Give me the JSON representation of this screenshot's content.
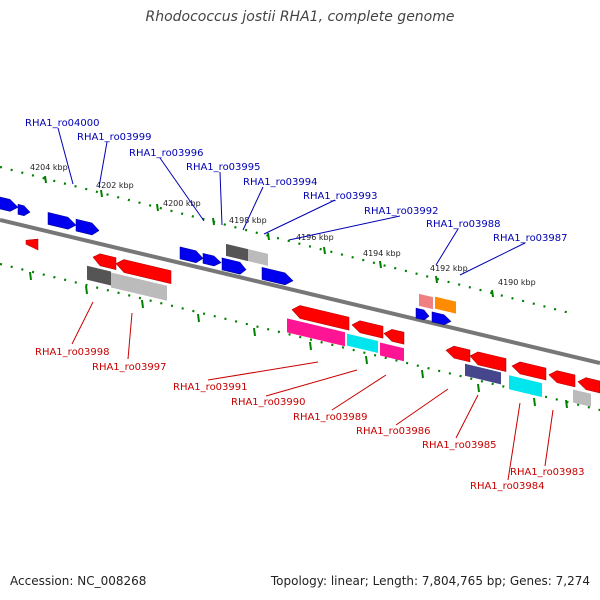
{
  "title": "Rhodococcus jostii RHA1, complete genome",
  "footer": {
    "accession": "Accession: NC_008268",
    "summary": "Topology: linear; Length: 7,804,765 bp; Genes: 7,274"
  },
  "ruler_labels": [
    "4204 kbp",
    "4202 kbp",
    "4200 kbp",
    "4198 kbp",
    "4196 kbp",
    "4194 kbp",
    "4192 kbp",
    "4190 kbp"
  ],
  "top_genes": [
    "RHA1_ro04000",
    "RHA1_ro03999",
    "RHA1_ro03996",
    "RHA1_ro03995",
    "RHA1_ro03994",
    "RHA1_ro03993",
    "RHA1_ro03992",
    "RHA1_ro03988",
    "RHA1_ro03987"
  ],
  "bottom_genes": [
    "RHA1_ro03998",
    "RHA1_ro03997",
    "RHA1_ro03991",
    "RHA1_ro03990",
    "RHA1_ro03989",
    "RHA1_ro03986",
    "RHA1_ro03985",
    "RHA1_ro03984",
    "RHA1_ro03983"
  ],
  "colors": {
    "blue": "#0000ee",
    "red": "#ff0000",
    "dark_gray": "#555555",
    "light_gray": "#bbbbbb",
    "magenta": "#ff1493",
    "cyan": "#00e5ee",
    "navy_purple": "#46468c",
    "salmon": "#f08080",
    "orange": "#ff8c00",
    "tick_green": "#008000",
    "backbone": "#777777"
  }
}
